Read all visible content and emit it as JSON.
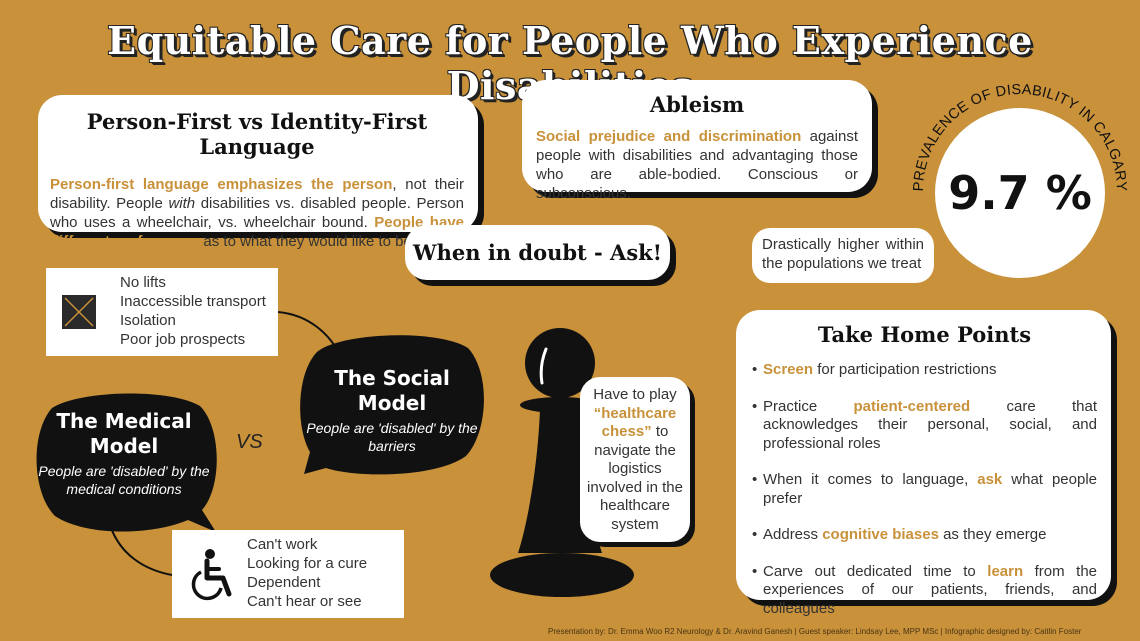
{
  "title": "Equitable Care for People Who Experience Disabilities",
  "person_first": {
    "heading": "Person-First vs Identity-First Language",
    "p1_gold": "Person-first language emphasizes the person",
    "p1_a": ", not their disability. People ",
    "p1_em": "with",
    "p1_b": " disabilities vs. disabled people. Person who uses a wheelchair, vs. wheelchair bound. ",
    "p2_gold": "People have different preferences",
    "p2_rest": " as to what they would like to be called."
  },
  "ableism": {
    "heading": "Ableism",
    "gold": "Social prejudice and discrimination",
    "rest": " against people with disabilities and advantaging those who are able-bodied. Conscious or subconscious."
  },
  "doubt": "When in doubt - Ask!",
  "prevalence": {
    "arc_label": "PREVALENCE OF DISABILITY IN CALGARY",
    "value": "9.7 %",
    "note": "Drastically higher within the populations we treat"
  },
  "barriers": [
    "No lifts",
    "Inaccessible transport",
    "Isolation",
    "Poor job prospects"
  ],
  "conditions": [
    "Can't work",
    "Looking for a cure",
    "Dependent",
    "Can't hear or see"
  ],
  "social_model": {
    "title": "The Social Model",
    "caption": "People are 'disabled' by the barriers"
  },
  "medical_model": {
    "title": "The Medical Model",
    "caption": "People are 'disabled' by the medical conditions"
  },
  "vs": "VS",
  "chess": {
    "a": "Have to play",
    "gold": "“healthcare chess”",
    "b": "to navigate the logistics involved in the healthcare system"
  },
  "take_home": {
    "heading": "Take Home Points",
    "items": [
      {
        "pre": "",
        "gold": "Screen",
        "post": " for participation restrictions"
      },
      {
        "pre": "Practice ",
        "gold": "patient-centered",
        "post": " care that acknowledges their personal, social, and professional roles"
      },
      {
        "pre": "When it comes to language, ",
        "gold": "ask",
        "post": " what people prefer"
      },
      {
        "pre": "Address ",
        "gold": "cognitive biases",
        "post": " as they emerge"
      },
      {
        "pre": "Carve out dedicated time to ",
        "gold": "learn",
        "post": " from the experiences of our patients, friends, and colleagues"
      }
    ]
  },
  "footer": "Presentation by: Dr. Emma Woo R2 Neurology & Dr. Aravind Ganesh   |   Guest speaker: Lindsay Lee, MPP MSc   |   Infographic designed by: Caitlin Foster",
  "icons": {
    "barriers": "blocked-box-icon",
    "conditions": "wheelchair-icon",
    "pawn": "chess-pawn-icon"
  }
}
